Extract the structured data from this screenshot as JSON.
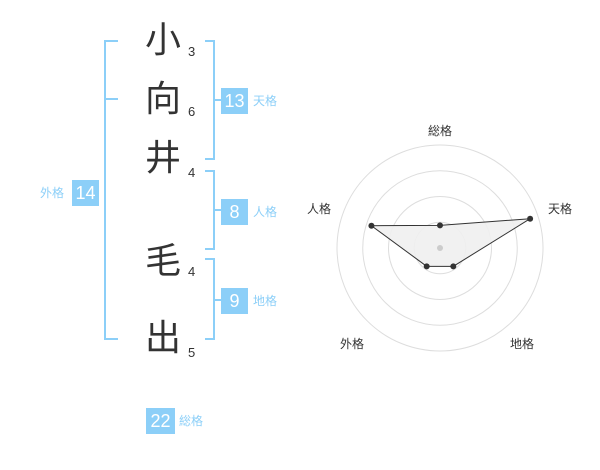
{
  "name": {
    "characters": [
      {
        "char": "小",
        "strokes": "3"
      },
      {
        "char": "向",
        "strokes": "6"
      },
      {
        "char": "井",
        "strokes": "4"
      },
      {
        "char": "毛",
        "strokes": "4"
      },
      {
        "char": "出",
        "strokes": "5"
      }
    ]
  },
  "fortune": {
    "tenkaku": {
      "value": "13",
      "label": "天格"
    },
    "jinkaku": {
      "value": "8",
      "label": "人格"
    },
    "chikaku": {
      "value": "9",
      "label": "地格"
    },
    "gaikaku": {
      "value": "14",
      "label": "外格"
    },
    "soukaku": {
      "value": "22",
      "label": "総格"
    }
  },
  "radar": {
    "axes": [
      "総格",
      "天格",
      "地格",
      "外格",
      "人格"
    ],
    "values": [
      0.22,
      0.92,
      0.22,
      0.22,
      0.7
    ],
    "colors": {
      "grid": "#dddddd",
      "fill": "#f0f0f0",
      "line": "#333333",
      "center": "#cccccc"
    }
  },
  "colors": {
    "accent": "#8ccff8"
  }
}
